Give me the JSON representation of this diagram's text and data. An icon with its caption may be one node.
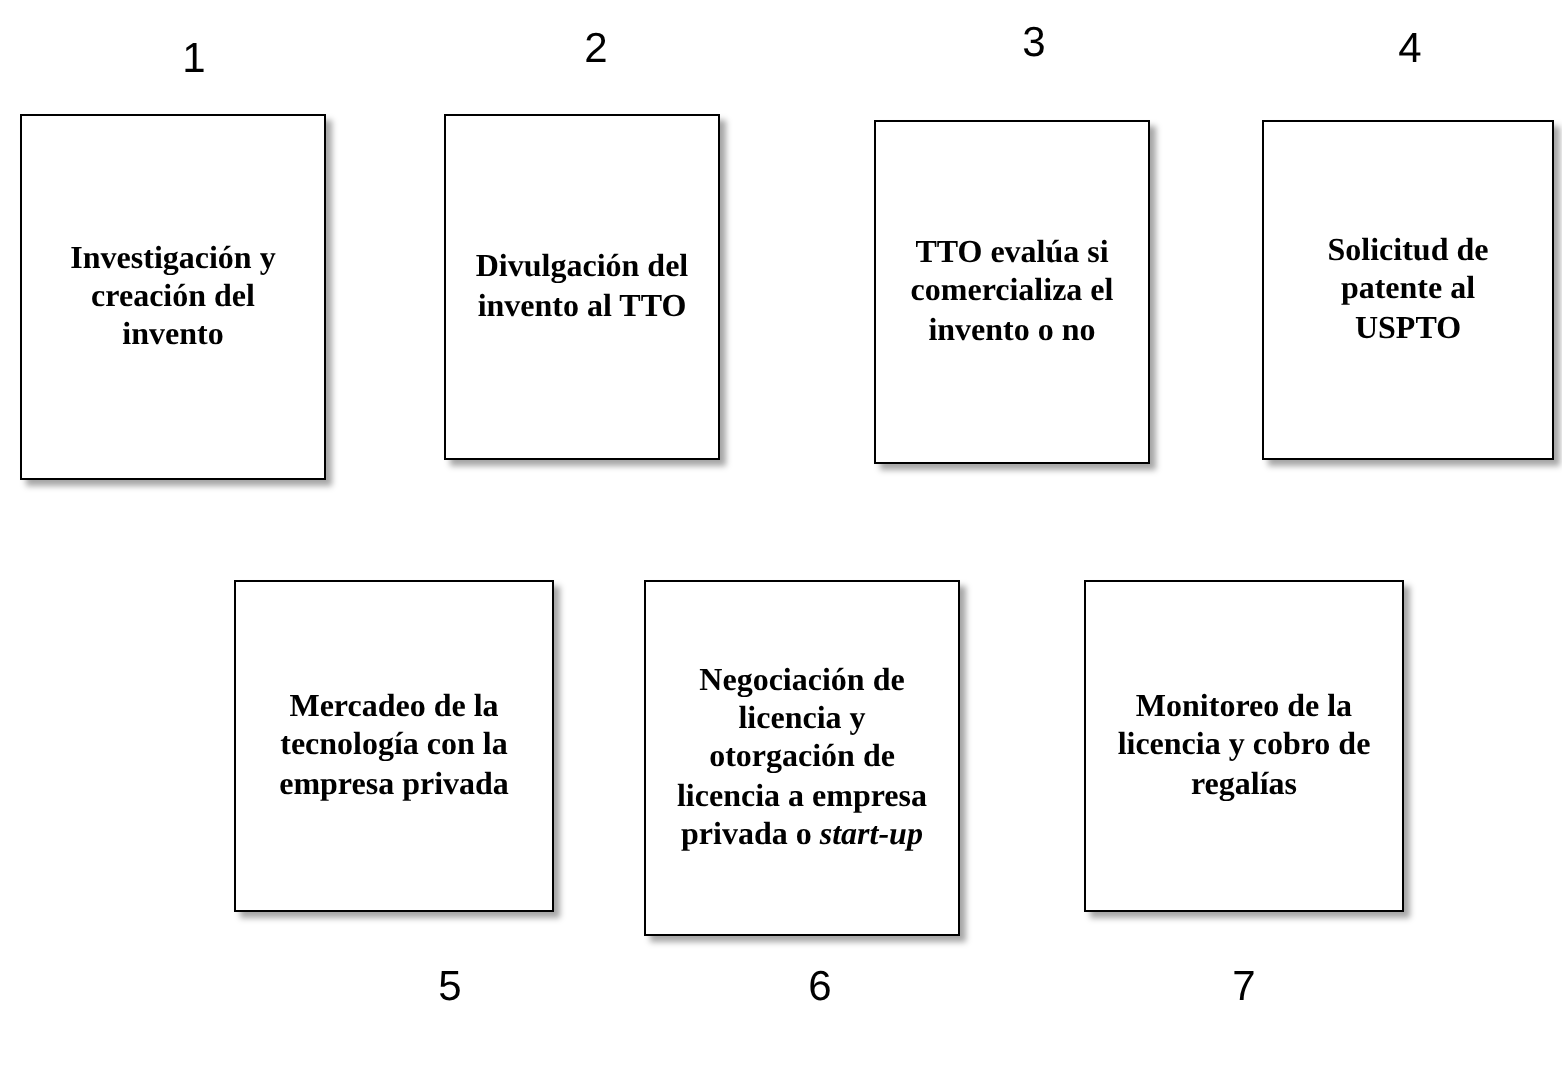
{
  "diagram": {
    "nodes": [
      {
        "text": [
          "Investigación y creación del invento"
        ],
        "beside": [
          "1"
        ]
      },
      {
        "text": [
          "Divulgación del invento al TTO"
        ],
        "beside": [
          "2"
        ]
      },
      {
        "text": [
          "TTO evalúa si comercializa el invento o no"
        ],
        "beside": [
          "3"
        ]
      },
      {
        "text": [
          "Solicitud de patente al USPTO"
        ],
        "beside": [
          "4"
        ]
      },
      {
        "text": [
          "Mercadeo de la tecnología con la empresa privada"
        ],
        "beside": [
          "5"
        ]
      },
      {
        "text": [
          "Negociación de licencia y otorgación de licencia a empresa privada o *start-up*"
        ],
        "beside": [
          "6"
        ]
      },
      {
        "text": [
          "Monitoreo de la licencia y cobro de regalías"
        ],
        "beside": [
          "7"
        ]
      }
    ]
  }
}
